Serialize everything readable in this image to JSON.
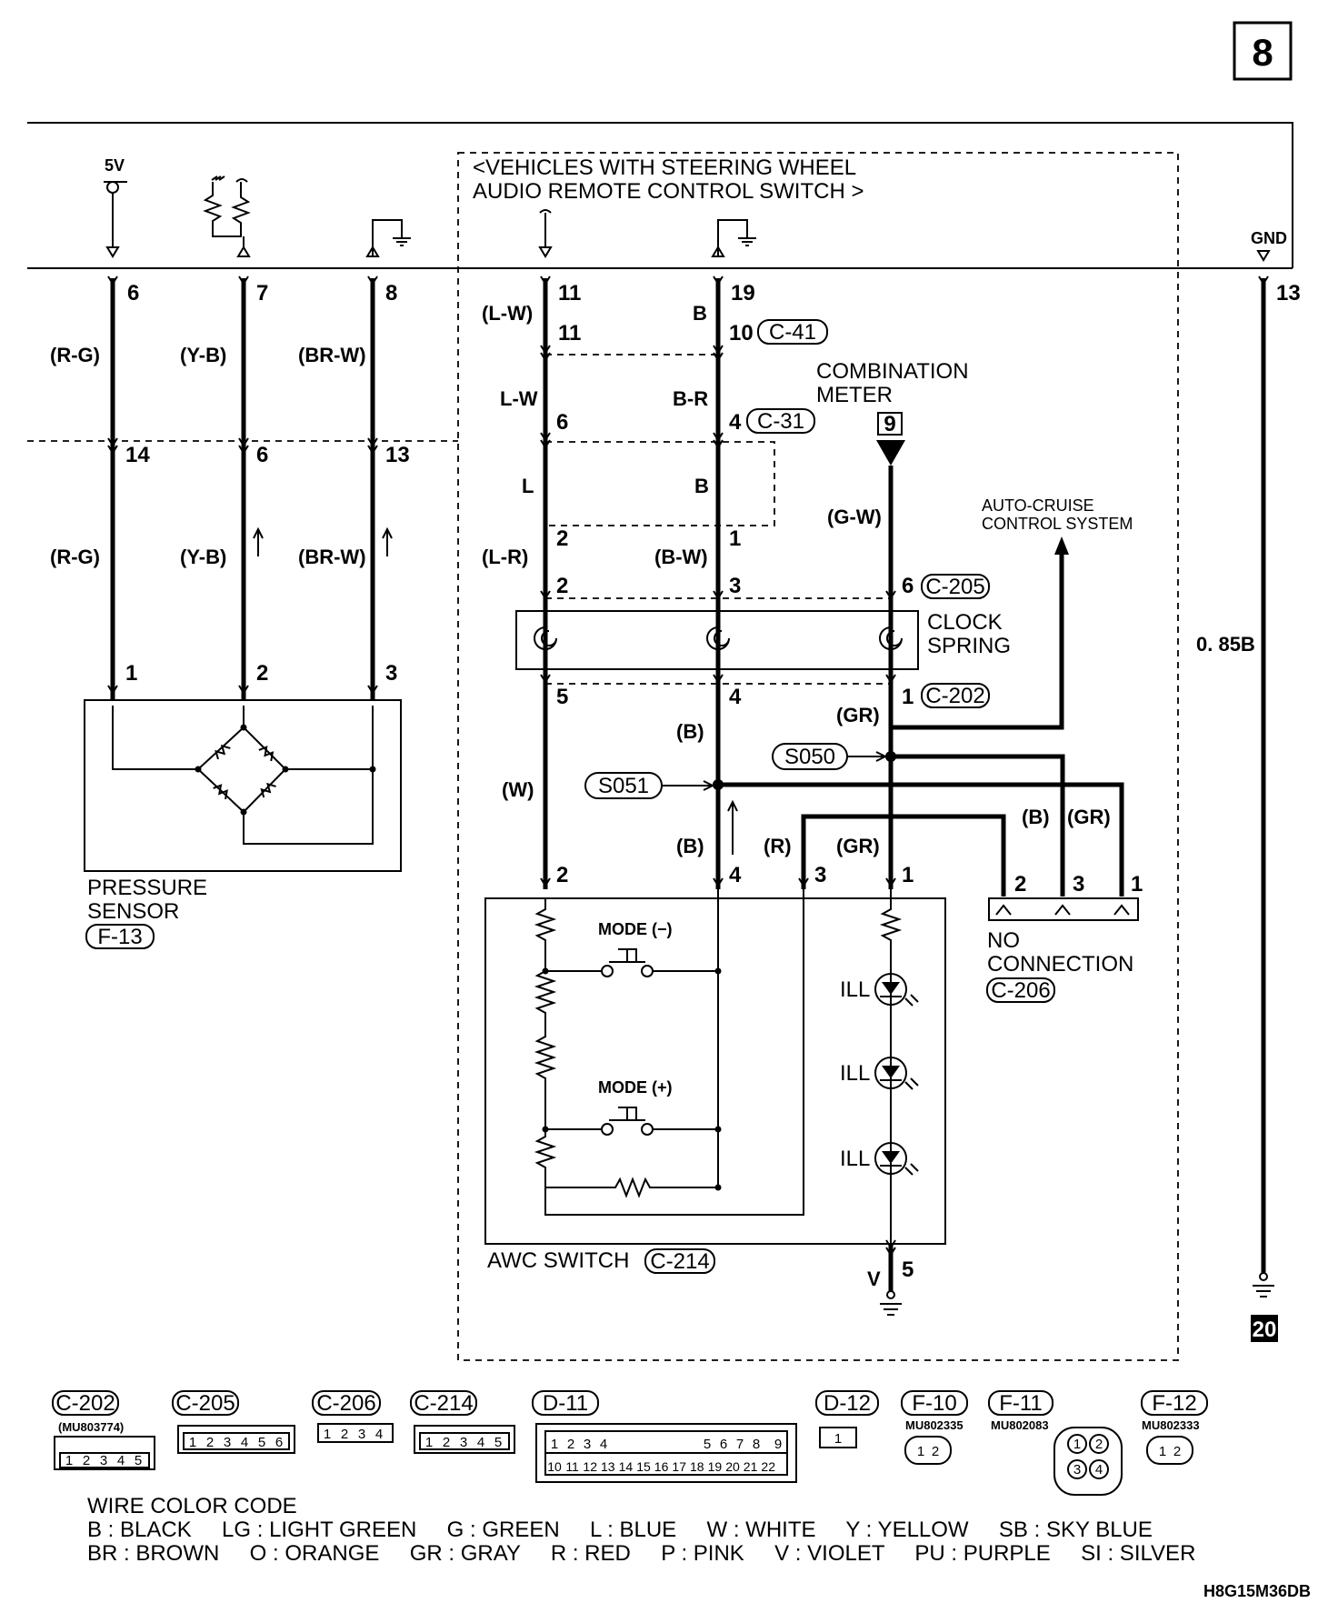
{
  "page_number": "8",
  "diagram_id": "H8G15M36DB",
  "top_box": {
    "supply": "5V",
    "gnd": "GND",
    "variant_note_line1": "<VEHICLES WITH STEERING WHEEL",
    "variant_note_line2": "AUDIO REMOTE CONTROL SWITCH >"
  },
  "pressure_sensor": {
    "pins_top": [
      "6",
      "7",
      "8"
    ],
    "wire_colors_top": [
      "(R-G)",
      "(Y-B)",
      "(BR-W)"
    ],
    "pins_mid": [
      "14",
      "6",
      "13"
    ],
    "wire_colors_mid": [
      "(R-G)",
      "(Y-B)",
      "(BR-W)"
    ],
    "pins_sensor": [
      "1",
      "2",
      "3"
    ],
    "name_line1": "PRESSURE",
    "name_line2": "SENSOR",
    "connector": "F-13"
  },
  "steering_section": {
    "pins_ecu": [
      "11",
      "19"
    ],
    "wc_lw_paren": "(L-W)",
    "wc_b": "B",
    "pins_c41": [
      "11",
      "10"
    ],
    "c41": "C-41",
    "wc_lw": "L-W",
    "wc_br": "B-R",
    "pins_c31": [
      "6",
      "4"
    ],
    "c31": "C-31",
    "wc_l": "L",
    "wc_b2": "B",
    "pins_mid": [
      "2",
      "1"
    ],
    "wc_lr": "(L-R)",
    "wc_bw": "(B-W)",
    "pins_c205": [
      "2",
      "3",
      "6"
    ],
    "c205": "C-205",
    "combination_meter_line1": "COMBINATION",
    "combination_meter_line2": "METER",
    "meter_pin": "9",
    "wc_gw": "(G-W)",
    "auto_cruise_line1": "AUTO-CRUISE",
    "auto_cruise_line2": "CONTROL SYSTEM",
    "clock_spring_line1": "CLOCK",
    "clock_spring_line2": "SPRING",
    "pins_c202": [
      "5",
      "4",
      "1"
    ],
    "c202": "C-202",
    "wc_gr": "(GR)",
    "wc_b_paren": "(B)",
    "s050": "S050",
    "s051": "S051",
    "wc_w": "(W)",
    "wc_r": "(R)",
    "wc_b_paren2": "(B)",
    "wc_gr2": "(GR)",
    "pins_switch": [
      "2",
      "4",
      "3",
      "1"
    ],
    "pins_c206": [
      "2",
      "3",
      "1"
    ],
    "c206_line1": "NO",
    "c206_line2": "CONNECTION",
    "c206": "C-206",
    "mode_minus": "MODE (−)",
    "mode_plus": "MODE (+)",
    "ill": "ILL",
    "awc_switch": "AWC SWITCH",
    "c214": "C-214",
    "wc_v": "V",
    "pin_5": "5"
  },
  "ground": {
    "pin": "13",
    "wire": "0. 85B",
    "ground_point": "20"
  },
  "connectors": [
    {
      "id": "C-202",
      "part": "(MU803774)",
      "pins": [
        "1",
        "2",
        "3",
        "4",
        "5"
      ]
    },
    {
      "id": "C-205",
      "part": "",
      "pins": [
        "1",
        "2",
        "3",
        "4",
        "5",
        "6"
      ]
    },
    {
      "id": "C-206",
      "part": "",
      "pins": [
        "1",
        "2",
        "3",
        "4"
      ]
    },
    {
      "id": "C-214",
      "part": "",
      "pins": [
        "1",
        "2",
        "3",
        "4",
        "5"
      ]
    },
    {
      "id": "D-11",
      "part": "",
      "pins_top": [
        "1",
        "2",
        "3",
        "4",
        "5",
        "6",
        "7",
        "8",
        "9"
      ],
      "pins_bottom": [
        "10",
        "11",
        "12",
        "13",
        "14",
        "15",
        "16",
        "17",
        "18",
        "19",
        "20",
        "21",
        "22"
      ]
    },
    {
      "id": "D-12",
      "part": "",
      "pins": [
        "1"
      ]
    },
    {
      "id": "F-10",
      "part": "MU802335",
      "pins": [
        "1",
        "2"
      ]
    },
    {
      "id": "F-11",
      "part": "MU802083",
      "pins": [
        "1",
        "2",
        "3",
        "4"
      ]
    },
    {
      "id": "F-12",
      "part": "MU802333",
      "pins": [
        "1",
        "2"
      ]
    }
  ],
  "wire_color_code": {
    "title": "WIRE COLOR CODE",
    "line1": "B : BLACK     LG : LIGHT GREEN     G : GREEN     L : BLUE     W : WHITE     Y : YELLOW     SB : SKY BLUE",
    "line2": "BR : BROWN     O : ORANGE     GR : GRAY     R : RED     P : PINK     V : VIOLET     PU : PURPLE     SI : SILVER"
  }
}
